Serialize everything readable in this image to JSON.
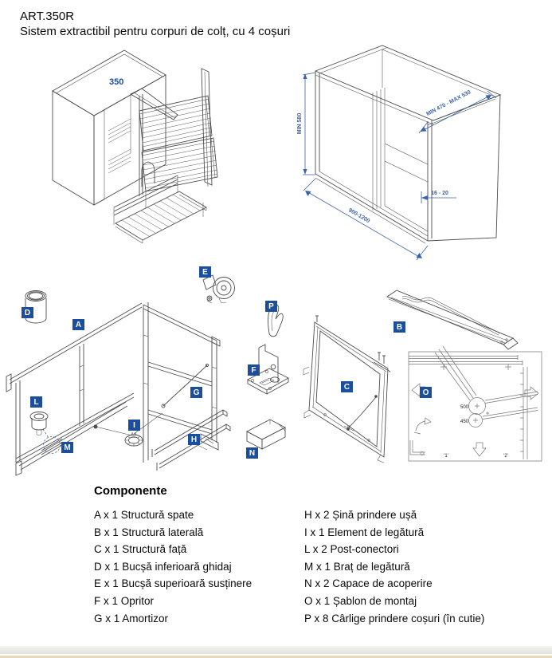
{
  "header": {
    "art_code": "ART.350R",
    "subtitle": "Sistem extractibil pentru corpuri de colț, cu 4 coșuri"
  },
  "colors": {
    "part_label_bg": "#1b4f9e",
    "dimension_blue": "#3c62a7",
    "line_art_gray": "#4d4d4d",
    "footer_strip_gray": "#e3e1dd",
    "footer_strip_beige": "#e4dab9"
  },
  "diagram_cabinet": {
    "width_label": "350"
  },
  "diagram_dimensions": {
    "height": "MIN 580",
    "depth": "MIN 470 - MAX 530",
    "panel_thickness": "16 - 20",
    "width_range": "900-1200"
  },
  "exploded_view": {
    "part_labels": {
      "A": "A",
      "B": "B",
      "C": "C",
      "D": "D",
      "E": "E",
      "F": "F",
      "G": "G",
      "H": "H",
      "I": "I",
      "L": "L",
      "M": "M",
      "N": "N",
      "O": "O",
      "P": "P"
    },
    "template": {
      "dim_500": "500",
      "dim_450": "450",
      "mark_1": "'1'",
      "mark_2": "'2'"
    }
  },
  "components": {
    "heading": "Componente",
    "column_left": [
      "A x 1 Structură spate",
      "B x 1 Structură laterală",
      "C x 1 Structură față",
      "D x 1 Bucșă inferioară ghidaj",
      "E x 1 Bucșă superioară susținere",
      "F x 1 Opritor",
      "G x 1 Amortizor"
    ],
    "column_right": [
      "H x 2 Șină prindere ușă",
      "I x 1 Element de legătură",
      "L x 2 Post-conectori",
      "M x 1 Braț de legătură",
      "N x 2 Capace de acoperire",
      "O x 1 Șablon de montaj",
      "P x 8 Cârlige prindere coșuri (în cutie)"
    ]
  }
}
